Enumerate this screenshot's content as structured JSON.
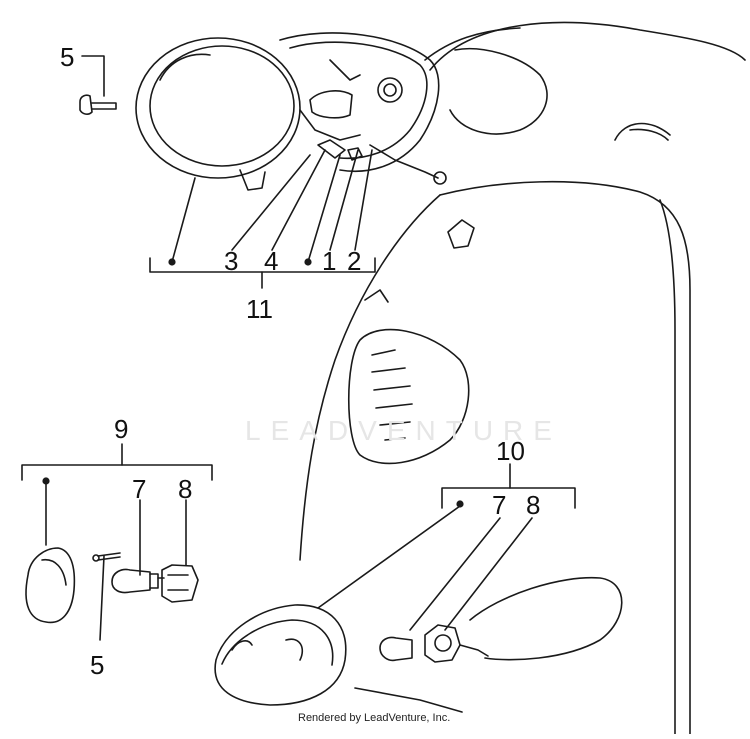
{
  "watermark": "LEADVENTURE",
  "credit": "Rendered by LeadVenture, Inc.",
  "callouts": {
    "headlight_screw": "5",
    "headlight_group": "11",
    "headlight_3": "3",
    "headlight_4": "4",
    "headlight_1": "1",
    "headlight_2": "2",
    "left_group": "9",
    "left_bulb": "7",
    "left_socket": "8",
    "left_screw": "5",
    "right_group": "10",
    "right_bulb": "7",
    "right_socket": "8"
  }
}
